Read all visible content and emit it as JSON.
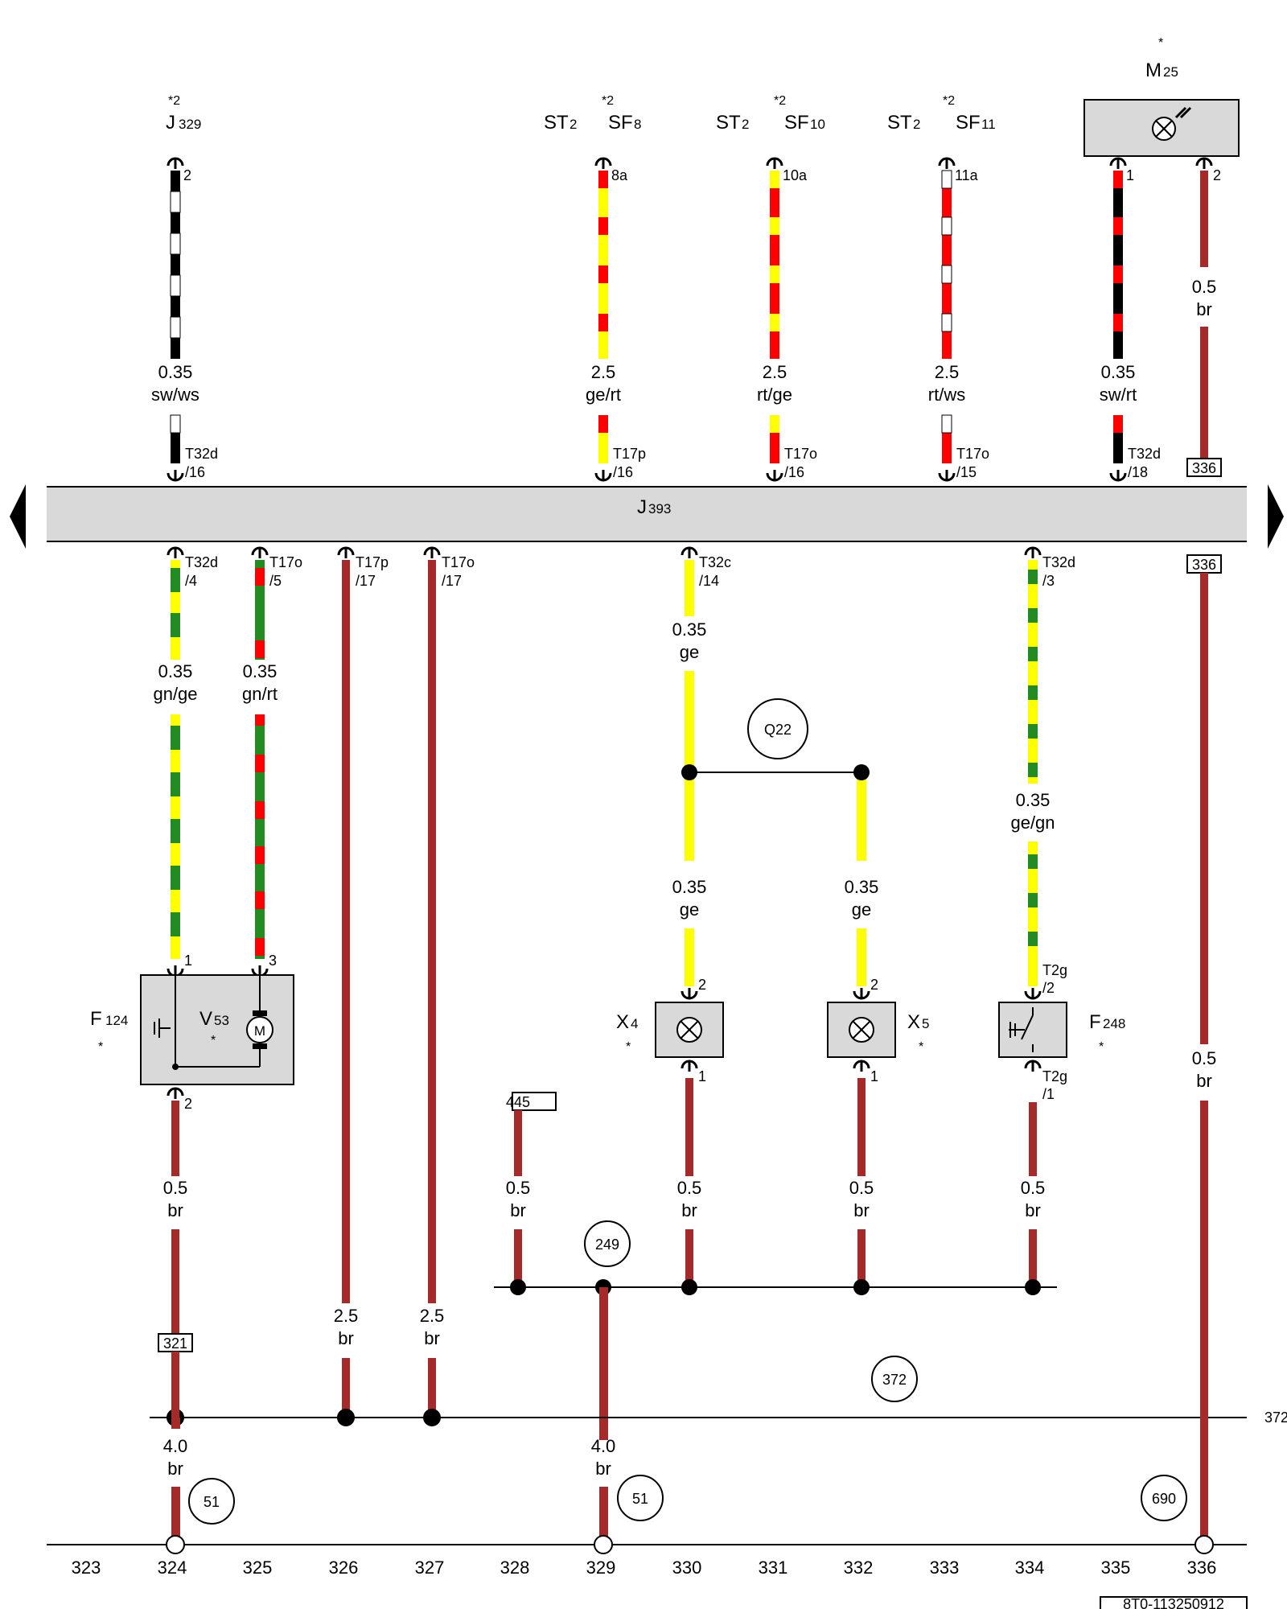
{
  "colors": {
    "brown": "#a52a2a",
    "black": "#000000",
    "white": "#ffffff",
    "yellow": "#ffff00",
    "red": "#ff0000",
    "green": "#228b22",
    "module_fill": "#d9d9d9",
    "component_fill": "#d9d9d9"
  },
  "top_components": {
    "j329": {
      "star": "*2",
      "name": "J",
      "sub": "329",
      "pin": "2"
    },
    "sf8": {
      "st": "ST",
      "st_sub": "2",
      "star": "*2",
      "name": "SF",
      "sub": "8",
      "pin": "8a"
    },
    "sf10": {
      "st": "ST",
      "st_sub": "2",
      "star": "*2",
      "name": "SF",
      "sub": "10",
      "pin": "10a"
    },
    "sf11": {
      "st": "ST",
      "st_sub": "2",
      "star": "*2",
      "name": "SF",
      "sub": "11",
      "pin": "11a"
    },
    "m25": {
      "star": "*",
      "name": "M",
      "sub": "25",
      "pin1": "1",
      "pin2": "2"
    }
  },
  "upper_wires": [
    {
      "id": "w1",
      "size": "0.35",
      "color": "sw/ws",
      "conn": "T32d",
      "conn_pin": "/16"
    },
    {
      "id": "w2",
      "size": "2.5",
      "color": "ge/rt",
      "conn": "T17p",
      "conn_pin": "/16"
    },
    {
      "id": "w3",
      "size": "2.5",
      "color": "rt/ge",
      "conn": "T17o",
      "conn_pin": "/16"
    },
    {
      "id": "w4",
      "size": "2.5",
      "color": "rt/ws",
      "conn": "T17o",
      "conn_pin": "/15"
    },
    {
      "id": "w5",
      "size": "0.35",
      "color": "sw/rt",
      "conn": "T32d",
      "conn_pin": "/18"
    },
    {
      "id": "w6",
      "size": "0.5",
      "color": "br",
      "ref": "336"
    }
  ],
  "module": {
    "name": "J",
    "sub": "393"
  },
  "lower_connectors": [
    {
      "conn": "T32d",
      "pin": "/4"
    },
    {
      "conn": "T17o",
      "pin": "/5"
    },
    {
      "conn": "T17p",
      "pin": "/17"
    },
    {
      "conn": "T17o",
      "pin": "/17"
    },
    {
      "conn": "T32c",
      "pin": "/14"
    },
    {
      "conn": "T32d",
      "pin": "/3"
    }
  ],
  "lower_ref_336": "336",
  "lower_wires": [
    {
      "id": "l1",
      "size": "0.35",
      "color": "gn/ge"
    },
    {
      "id": "l2",
      "size": "0.35",
      "color": "gn/rt"
    },
    {
      "id": "l3",
      "size": "0.35",
      "color": "ge"
    },
    {
      "id": "l4",
      "size": "0.35",
      "color": "ge"
    },
    {
      "id": "l5",
      "size": "0.35",
      "color": "ge"
    },
    {
      "id": "l6",
      "size": "0.35",
      "color": "ge/gn"
    },
    {
      "id": "l7",
      "size": "0.5",
      "color": "br"
    }
  ],
  "junction_q22": "Q22",
  "components": {
    "f124": {
      "name": "F",
      "sub": "124",
      "star": "*",
      "pin1": "1",
      "pin2": "2"
    },
    "v53": {
      "name": "V",
      "sub": "53",
      "star": "*",
      "pin3": "3",
      "motor": "M"
    },
    "x4": {
      "name": "X",
      "sub": "4",
      "star": "*",
      "pin2": "2",
      "pin1": "1"
    },
    "x5": {
      "name": "X",
      "sub": "5",
      "star": "*",
      "pin2": "2",
      "pin1": "1"
    },
    "f248": {
      "name": "F",
      "sub": "248",
      "star": "*",
      "conn_top": "T2g",
      "pin_top": "/2",
      "conn_bot": "T2g",
      "pin_bot": "/1"
    }
  },
  "ground_wires": [
    {
      "id": "g1",
      "size": "0.5",
      "color": "br",
      "ref": "321"
    },
    {
      "id": "g2",
      "size": "2.5",
      "color": "br"
    },
    {
      "id": "g3",
      "size": "2.5",
      "color": "br"
    },
    {
      "id": "g4",
      "size": "0.5",
      "color": "br",
      "ref": "445"
    },
    {
      "id": "g5",
      "size": "0.5",
      "color": "br"
    },
    {
      "id": "g6",
      "size": "0.5",
      "color": "br"
    },
    {
      "id": "g7",
      "size": "0.5",
      "color": "br"
    },
    {
      "id": "g8",
      "size": "4.0",
      "color": "br"
    },
    {
      "id": "g9",
      "size": "4.0",
      "color": "br"
    }
  ],
  "circles": {
    "c249": "249",
    "c372": "372",
    "c51a": "51",
    "c51b": "51",
    "c690": "690"
  },
  "edge_ref": "372",
  "columns": [
    "323",
    "324",
    "325",
    "326",
    "327",
    "328",
    "329",
    "330",
    "331",
    "332",
    "333",
    "334",
    "335",
    "336"
  ],
  "doc_id": "8T0-113250912"
}
